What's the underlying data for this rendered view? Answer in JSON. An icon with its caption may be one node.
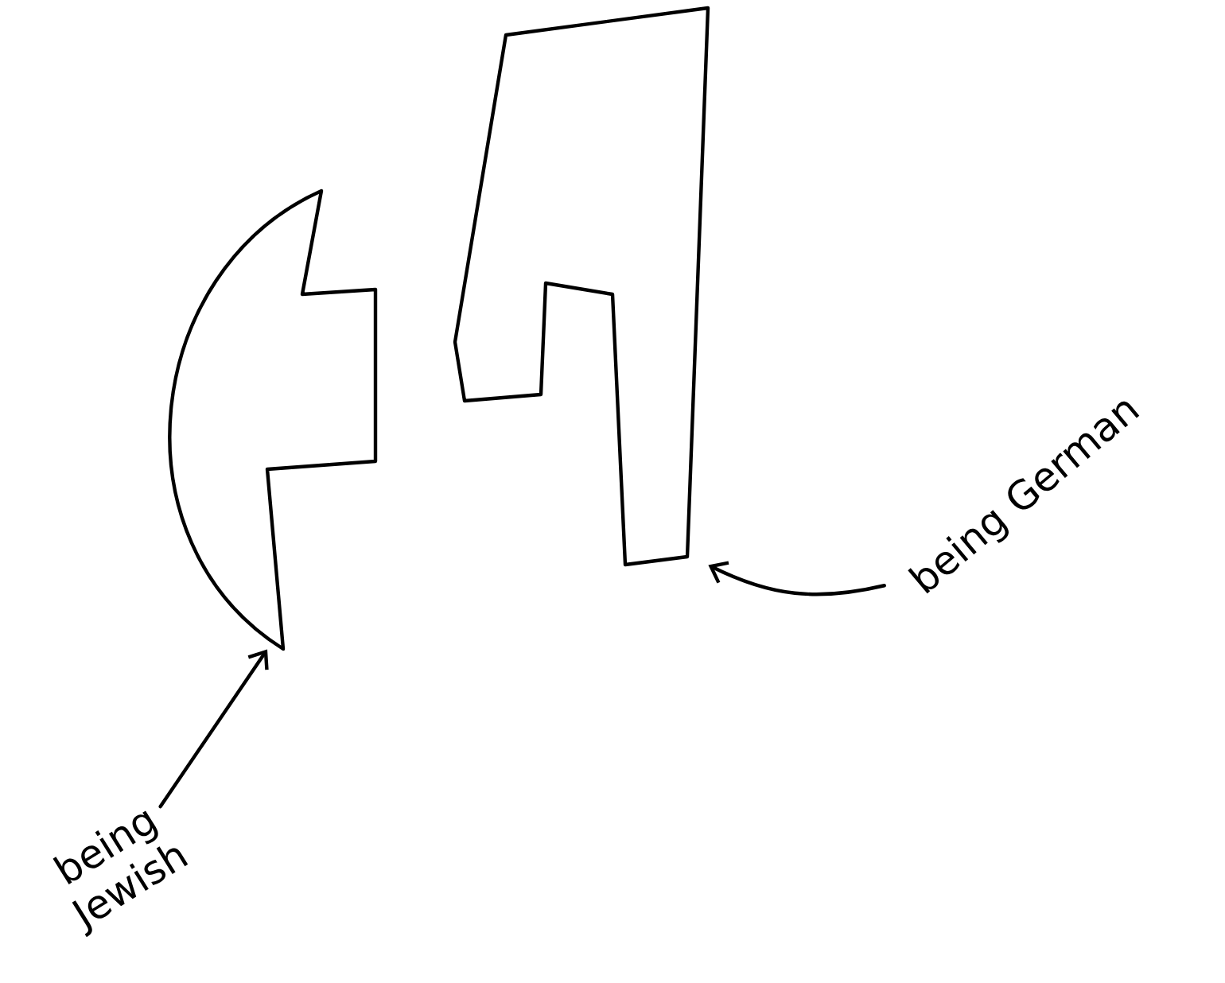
{
  "diagram": {
    "nodes": [
      {
        "text": [],
        "shape": "polygon"
      },
      {
        "text": [],
        "shape": "polygon"
      },
      {
        "text": [
          "being Jewish"
        ]
      },
      {
        "text": [
          "being German"
        ]
      }
    ],
    "edges": [
      {
        "from": 2,
        "to": 0,
        "arrow": "to"
      },
      {
        "from": 3,
        "to": 1,
        "arrow": "to"
      }
    ]
  }
}
